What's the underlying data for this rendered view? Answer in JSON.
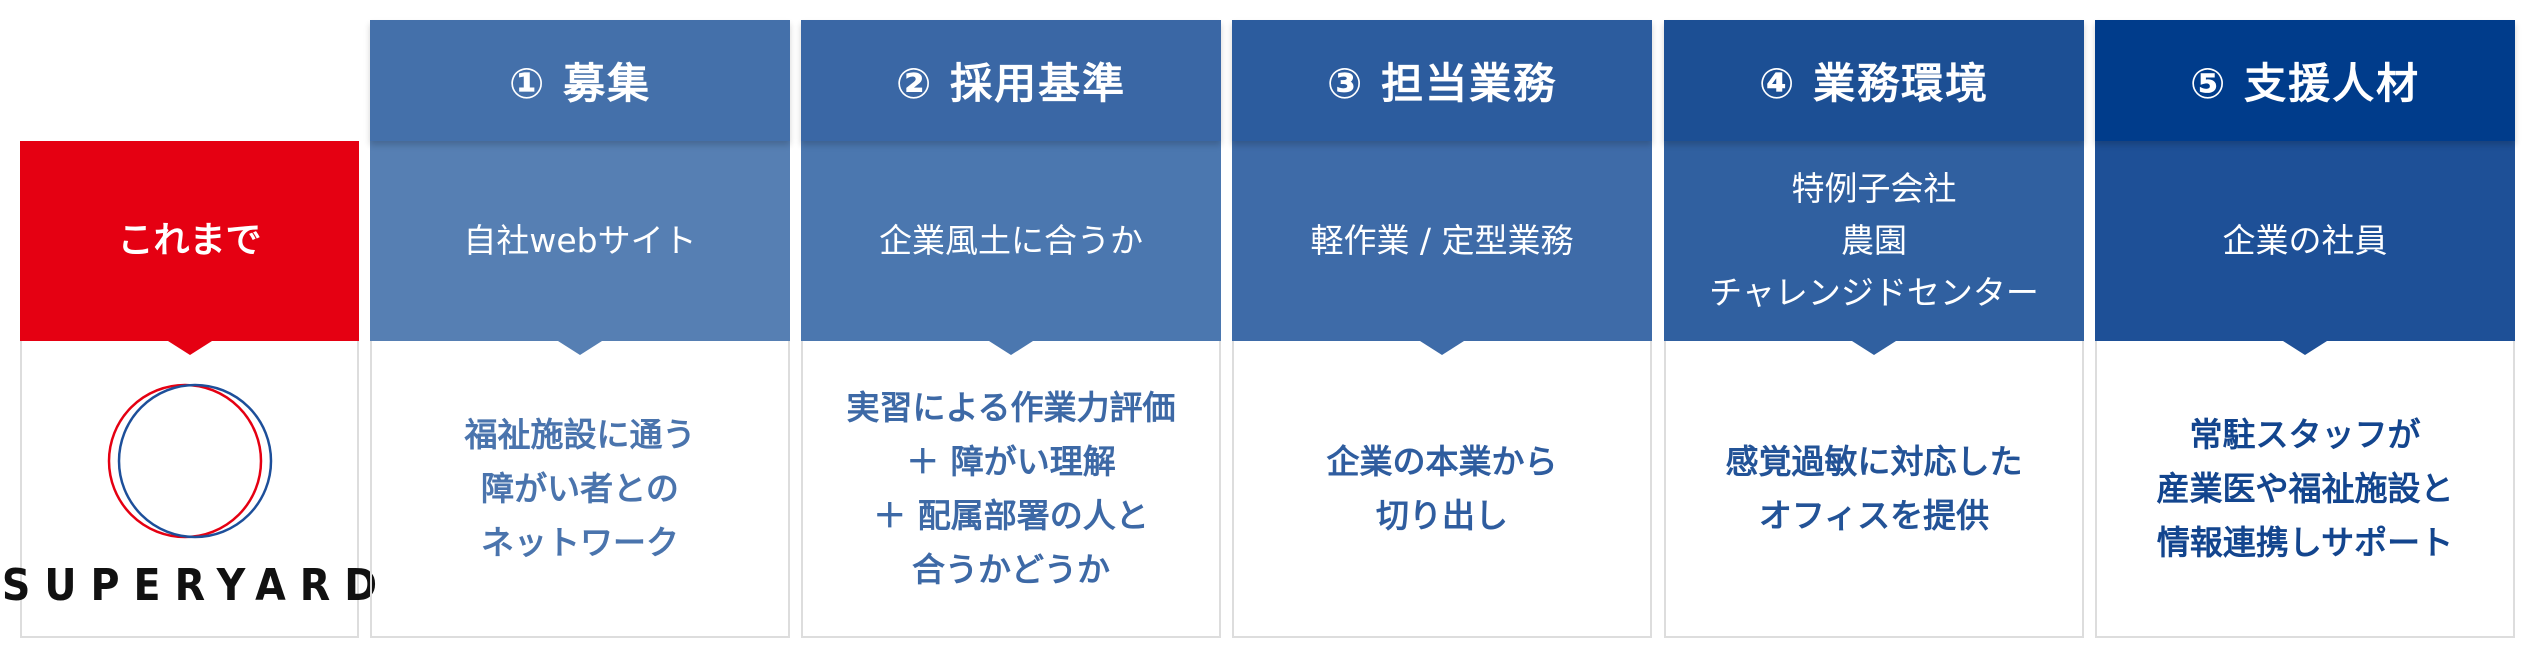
{
  "current": {
    "label": "これまで",
    "logo_text": "SUPERYARD",
    "colors": {
      "red": "#e50012",
      "blue": "#1d4f9a"
    }
  },
  "columns": [
    {
      "title": "① 募集",
      "sub": [
        "自社webサイト"
      ],
      "body": [
        "福祉施設に通う",
        "障がい者との",
        "ネットワーク"
      ],
      "head_color": "#4470aa",
      "sub_color": "#567fb3",
      "text_color": "#4a74ad"
    },
    {
      "title": "② 採用基準",
      "sub": [
        "企業風土に合うか"
      ],
      "body": [
        "実習による作業力評価",
        "＋ 障がい理解",
        "＋ 配属部署の人と",
        "合うかどうか"
      ],
      "head_color": "#3a67a5",
      "sub_color": "#4b77af",
      "text_color": "#3d69a6"
    },
    {
      "title": "③ 担当業務",
      "sub": [
        "軽作業 / 定型業務"
      ],
      "body": [
        "企業の本業から",
        "切り出し"
      ],
      "head_color": "#2c5c9e",
      "sub_color": "#3e6ba8",
      "text_color": "#2f5d9f"
    },
    {
      "title": "④ 業務環境",
      "sub": [
        "特例子会社",
        "農園",
        "チャレンジドセンター"
      ],
      "body": [
        "感覚過敏に対応した",
        "オフィスを提供"
      ],
      "head_color": "#1c4f94",
      "sub_color": "#3060a0",
      "text_color": "#235397"
    },
    {
      "title": "⑤ 支援人材",
      "sub": [
        "企業の社員"
      ],
      "body": [
        "常駐スタッフが",
        "産業医や福祉施設と",
        "情報連携しサポート"
      ],
      "head_color": "#003c8b",
      "sub_color": "#1e5097",
      "text_color": "#13458e"
    }
  ]
}
